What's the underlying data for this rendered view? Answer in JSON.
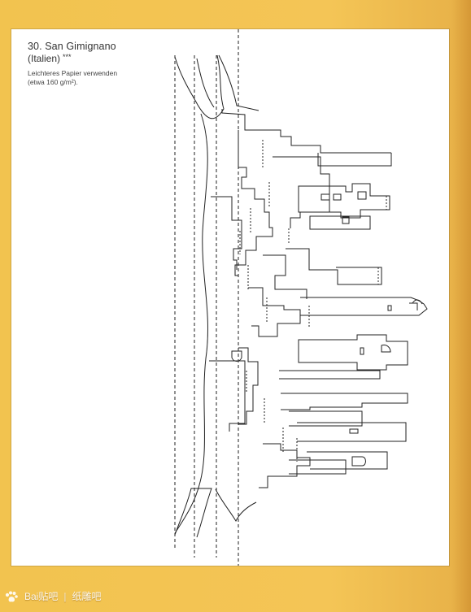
{
  "page": {
    "background_color": "#f2c34f",
    "sheet_color": "#ffffff",
    "line_color": "#222222"
  },
  "template": {
    "title": "30. San Gimignano",
    "subtitle": "(Italien)",
    "stars": "***",
    "note_line_1": "Leichteres Papier verwenden",
    "note_line_2": "(etwa 160 g/m²)."
  },
  "watermark": {
    "brand": "Bai贴吧",
    "community": "纸雕吧",
    "icon_name": "baidu-paw-icon"
  }
}
